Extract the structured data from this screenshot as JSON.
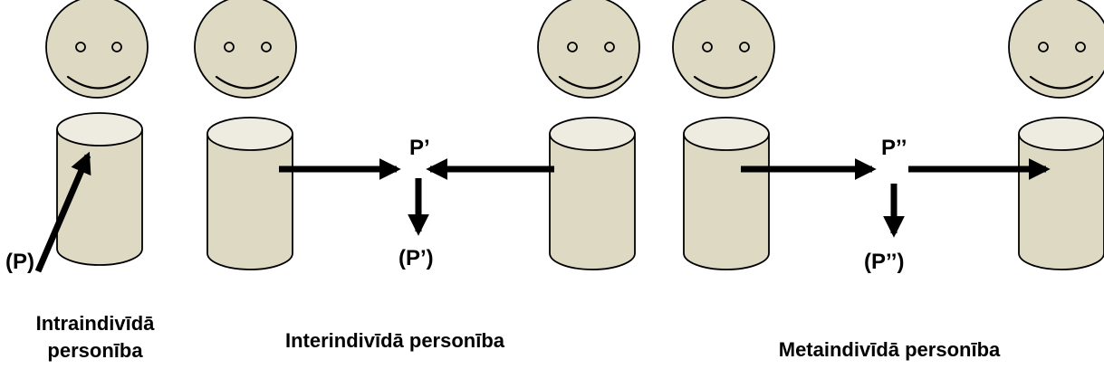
{
  "colors": {
    "figure_fill": "#DDD9C3",
    "cylinder_top_fill": "#EEECE1",
    "line": "#000000",
    "background": "#FFFFFF"
  },
  "labels": {
    "intra_result": "(P)",
    "inter_shared": "P’",
    "inter_result": "(P’)",
    "meta_shared": "P’’",
    "meta_result": "(P’’)"
  },
  "captions": {
    "intra_line1": "Intraindivīdā",
    "intra_line2": "personība",
    "inter": "Interindivīdā personība",
    "meta": "Metaindivīdā personība"
  }
}
